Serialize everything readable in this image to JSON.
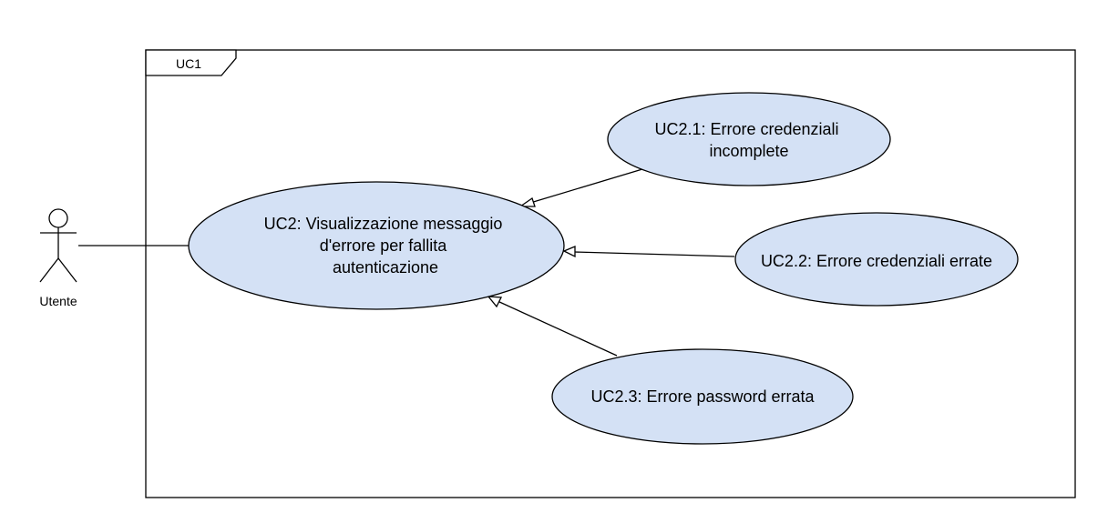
{
  "frame": {
    "label": "UC1"
  },
  "actor": {
    "label": "Utente"
  },
  "use_cases": {
    "uc2": {
      "lines": [
        "UC2: Visualizzazione messaggio",
        "d'errore per fallita",
        "autenticazione"
      ]
    },
    "uc2_1": {
      "lines": [
        "UC2.1: Errore credenziali",
        "incomplete"
      ]
    },
    "uc2_2": {
      "lines": [
        "UC2.2: Errore credenziali errate"
      ]
    },
    "uc2_3": {
      "lines": [
        "UC2.3: Errore password errata"
      ]
    }
  },
  "colors": {
    "usecase_fill": "#d4e1f5",
    "stroke": "#000000"
  }
}
